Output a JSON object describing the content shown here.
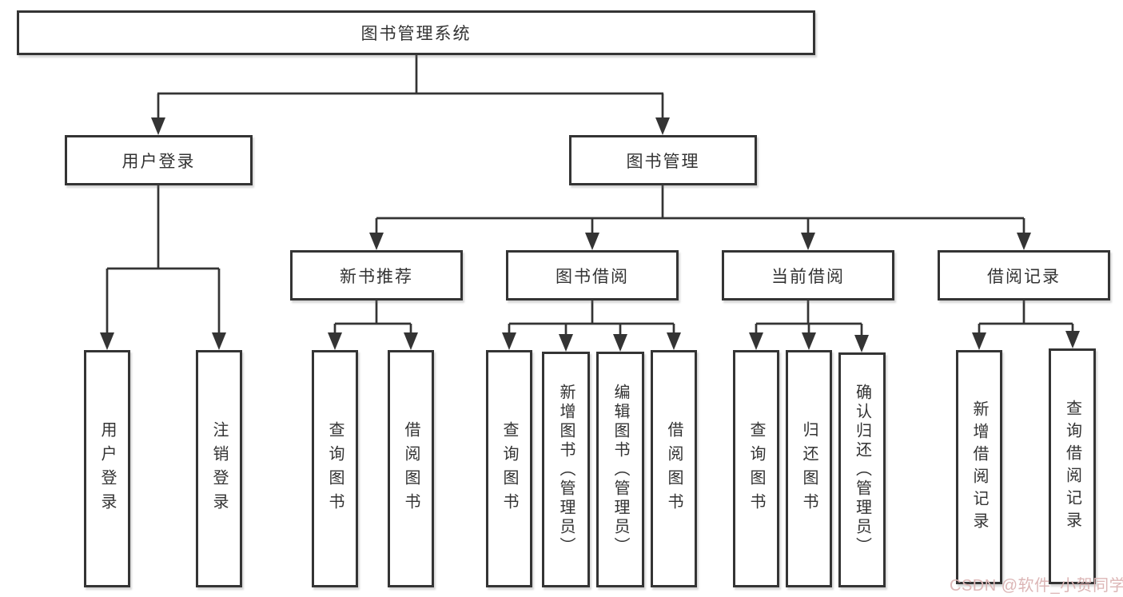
{
  "diagram": {
    "root": {
      "label": "图书管理系统"
    },
    "branches": [
      {
        "label": "用户登录",
        "children": [
          {
            "label": "用户登录"
          },
          {
            "label": "注销登录"
          }
        ]
      },
      {
        "label": "图书管理",
        "children": [
          {
            "label": "新书推荐",
            "children": [
              {
                "label": "查询图书"
              },
              {
                "label": "借阅图书"
              }
            ]
          },
          {
            "label": "图书借阅",
            "children": [
              {
                "label": "查询图书"
              },
              {
                "label": "新增图书（管理员）"
              },
              {
                "label": "编辑图书（管理员）"
              },
              {
                "label": "借阅图书"
              }
            ]
          },
          {
            "label": "当前借阅",
            "children": [
              {
                "label": "查询图书"
              },
              {
                "label": "归还图书"
              },
              {
                "label": "确认归还（管理员）"
              }
            ]
          },
          {
            "label": "借阅记录",
            "children": [
              {
                "label": "新增借阅记录"
              },
              {
                "label": "查询借阅记录"
              }
            ]
          }
        ]
      }
    ],
    "line_color": "#343434",
    "text_color": "#333333"
  },
  "watermark": {
    "text": "CSDN @软件_小贺同学",
    "color": "#dcb6b6"
  }
}
